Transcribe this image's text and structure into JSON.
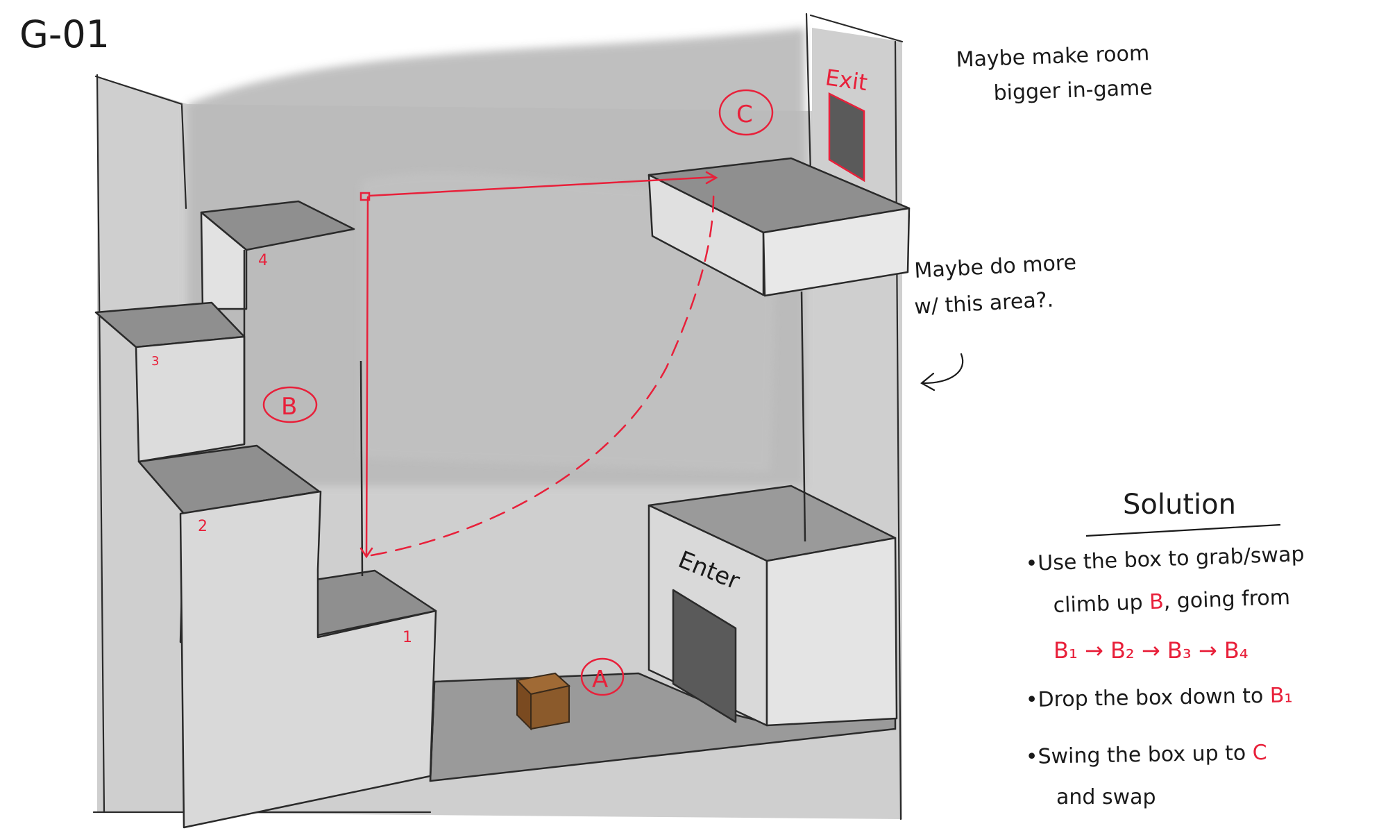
{
  "sheet_id": "G-01",
  "labels": {
    "exit": "Exit",
    "enter": "Enter",
    "point_a": "A",
    "point_b": "B",
    "point_c": "C",
    "step_1": "1",
    "step_2": "2",
    "step_3": "3",
    "step_4": "4"
  },
  "notes": {
    "top_right_line1": "Maybe make room",
    "top_right_line2": "bigger in-game",
    "side_line1": "Maybe do more",
    "side_line2": "w/ this area?."
  },
  "solution": {
    "heading": "Solution",
    "b1_line1": "•Use the box to grab/swap",
    "b1_line2_pre": "climb up ",
    "b1_line2_b": "B",
    "b1_line2_post": ", going from",
    "b1_sequence": "B₁ → B₂ → B₃ → B₄",
    "b2_pre": "•Drop the box down to ",
    "b2_b": "B₁",
    "b3_pre": "•Swing the box up to ",
    "b3_c": "C",
    "b3_line2": "and swap"
  },
  "colors": {
    "ink": "#1a1a1a",
    "red": "#e8203a",
    "wall": "#c9c9c9",
    "block_face": "#dcdcdc",
    "block_top": "#8f8f8f",
    "floor": "#9a9a9a",
    "door": "#5a5a5a",
    "box": "#8b5a2b"
  }
}
